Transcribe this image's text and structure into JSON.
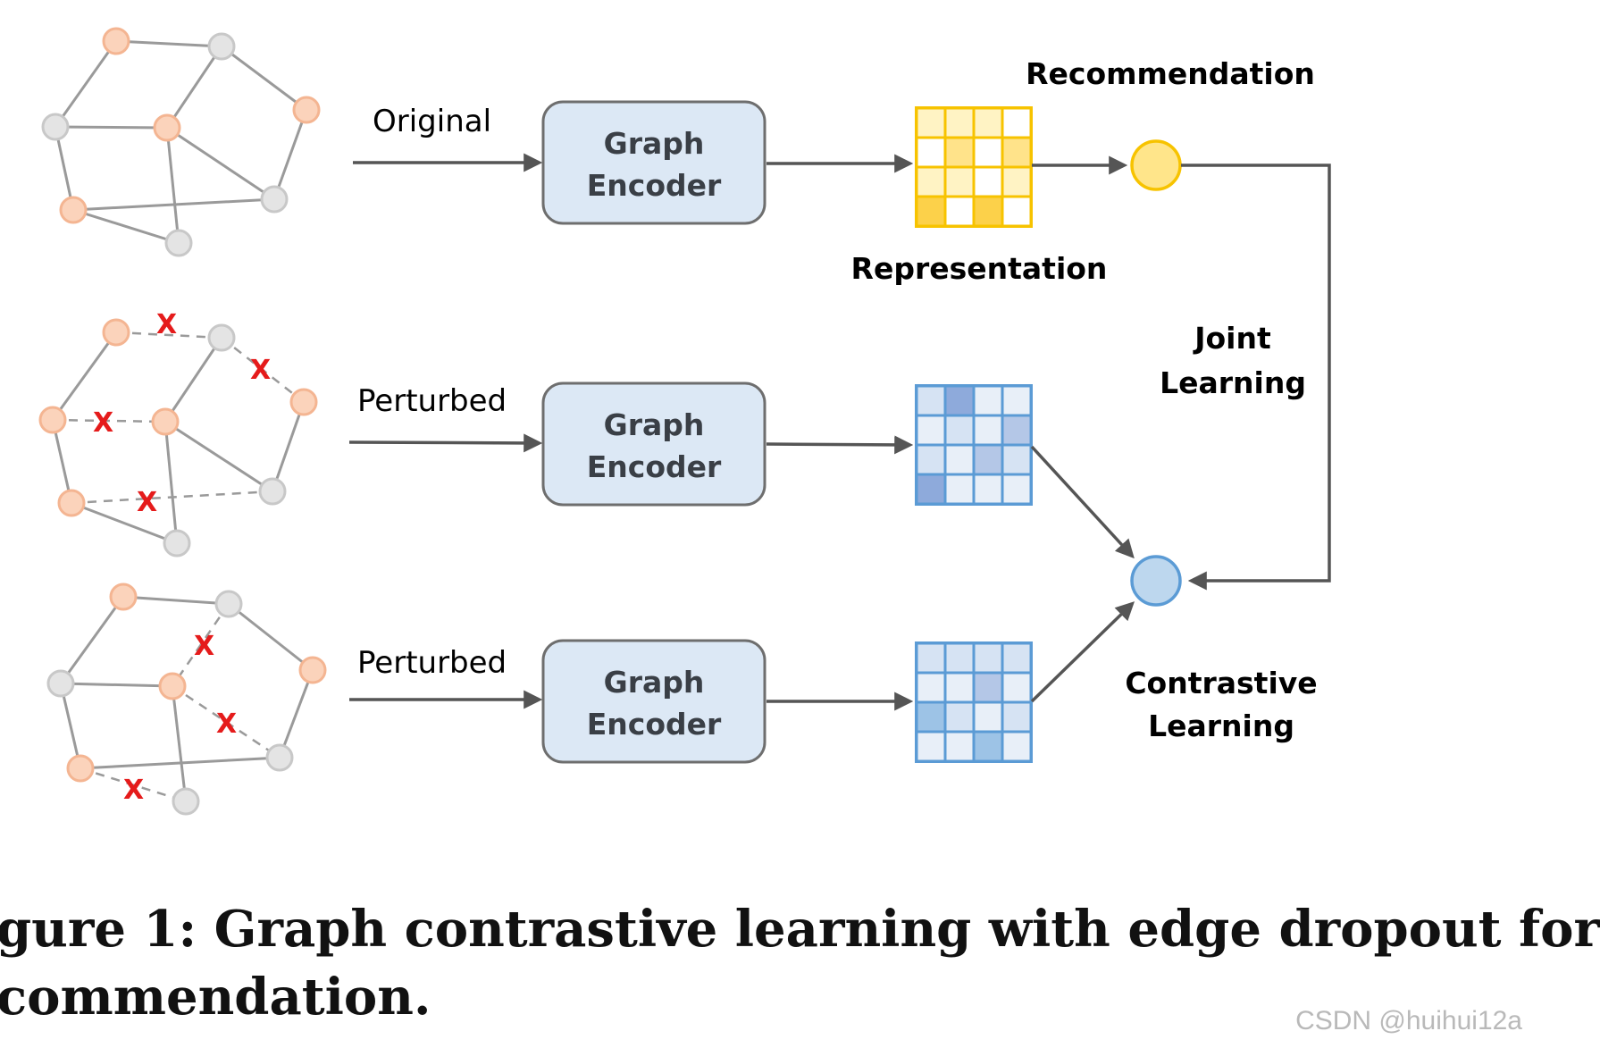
{
  "labels": {
    "original": "Original",
    "perturbed_1": "Perturbed",
    "perturbed_2": "Perturbed",
    "encoder_line1": "Graph",
    "encoder_line2": "Encoder",
    "recommendation": "Recommendation",
    "representation": "Representation",
    "joint_line1": "Joint",
    "joint_line2": "Learning",
    "contrastive_line1": "Contrastive",
    "contrastive_line2": "Learning",
    "drop_mark": "X"
  },
  "caption": {
    "line1": "gure 1: Graph contrastive learning with edge dropout for",
    "line2": "commendation."
  },
  "watermark": "CSDN @huihui12a",
  "colors": {
    "node_orange": "#fbd3bb",
    "node_orange_stroke": "#f4b592",
    "node_gray": "#e4e4e4",
    "node_gray_stroke": "#c8c8c8",
    "encoder_fill": "#dce8f5",
    "encoder_stroke": "#6e6e6e",
    "yellow_grid": "#f7c300",
    "blue_grid": "#5b9bd5",
    "drop_mark": "#e51b1b",
    "arrow": "#555555"
  }
}
